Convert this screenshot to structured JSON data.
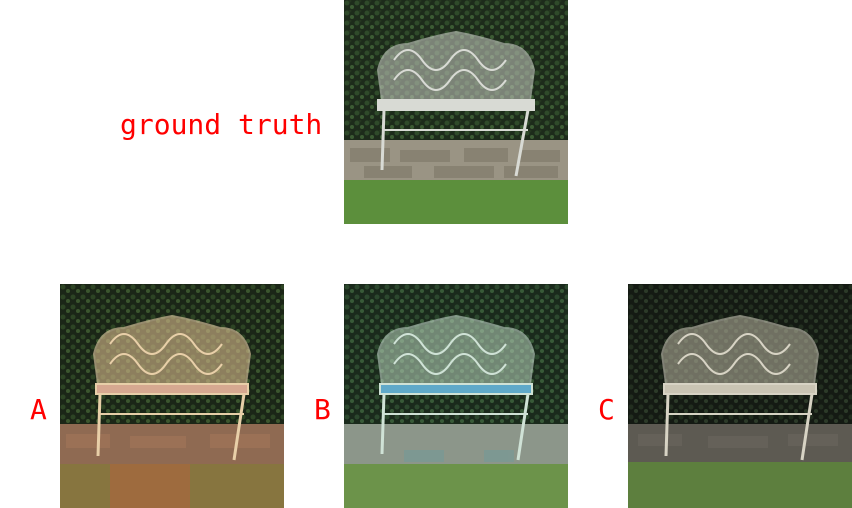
{
  "labels": {
    "ground_truth": "ground truth",
    "a": "A",
    "b": "B",
    "c": "C"
  },
  "colors": {
    "label_text": "#ff0000",
    "background": "#ffffff"
  },
  "images": [
    {
      "id": "ground_truth",
      "subject": "ornate white cast-iron garden bench in front of a dark green hedge, stone paving and lawn"
    },
    {
      "id": "a",
      "subject": "same bench, warm/reddish color rendering"
    },
    {
      "id": "b",
      "subject": "same bench, cyan/blue-tinted color rendering"
    },
    {
      "id": "c",
      "subject": "same bench, desaturated dark color rendering"
    }
  ]
}
